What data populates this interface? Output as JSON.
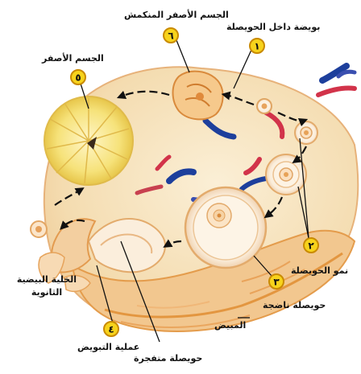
{
  "labels": {
    "oocyte_in_follicle": "بويضة داخل الحويصلة",
    "degenerating_corpus_luteum": "الجسم الأصفر المنكمش",
    "corpus_luteum": "الجسم الأصفر",
    "follicle_growth": "نمو الحويصلة",
    "mature_follicle": "حويصلة ناضجة",
    "ovary": "المبيض",
    "ruptured_follicle": "حويصلة متفجرة",
    "ovulation": "عملية التبويض",
    "secondary_oocyte": "الخلية البيضية الثانوية"
  },
  "badges": {
    "b1": "١",
    "b2": "٢",
    "b3": "٣",
    "b4": "٤",
    "b5": "٥",
    "b6": "٦"
  },
  "colors": {
    "badge_fill": "#f7d31c",
    "badge_stroke": "#c98a00",
    "ovary_fill": "#f4dcb0",
    "ovary_edge": "#e7a453",
    "tissue": "#f0c89a",
    "vessel_blue": "#1d3f9c",
    "vessel_red": "#d2334a",
    "corpus_luteum": "#f6e27a"
  }
}
